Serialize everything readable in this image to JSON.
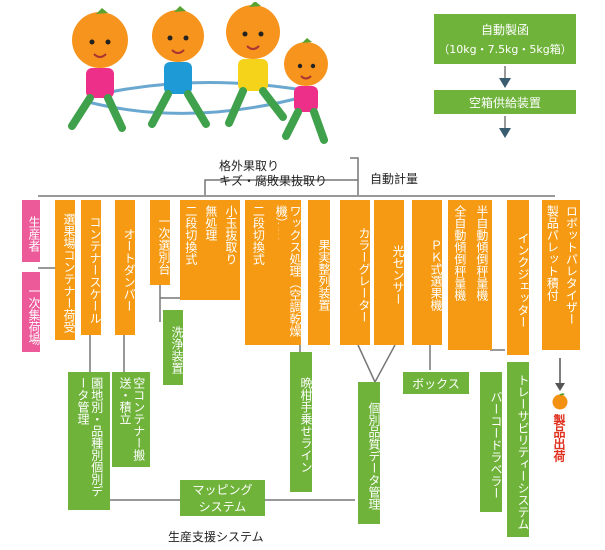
{
  "colors": {
    "process": "#f59a12",
    "data": "#6fb33b",
    "source": "#ec5a9a",
    "line": "#777777",
    "arrow": "#3a5c70"
  },
  "illustration": {
    "icon": "orange-characters-illustration"
  },
  "top": {
    "box1_line1": "自動製函",
    "box1_line2": "（10kg・7.5kg・5kg箱）",
    "box2": "空箱供給装置"
  },
  "bracket": {
    "line1": "格外果取り",
    "line2": "キズ・腐敗果抜取り",
    "auto_weigh": "自動計量"
  },
  "sources": {
    "producer": "生産者",
    "collection": "一次集荷場"
  },
  "process": [
    {
      "id": "p1",
      "label": "選果場コンテナー荷受"
    },
    {
      "id": "p2",
      "label": "コンテナースケール"
    },
    {
      "id": "p3",
      "label": "オートダンパー"
    },
    {
      "id": "p4",
      "label": "一次選別台"
    },
    {
      "id": "p5a",
      "label": "小玉抜取り"
    },
    {
      "id": "p5b",
      "label": "無処理"
    },
    {
      "id": "p5c",
      "label": "二段切換式"
    },
    {
      "id": "p6a",
      "label": "無処理"
    },
    {
      "id": "p6b",
      "label": "二段切換式"
    },
    {
      "id": "p7",
      "label": "ワックス処理（空調乾燥機）"
    },
    {
      "id": "p8",
      "label": "果実整列装置"
    },
    {
      "id": "p9",
      "label": "カラーグレーター"
    },
    {
      "id": "p10",
      "label": "光センサー"
    },
    {
      "id": "p11",
      "label": "ＰＫ式選果機"
    },
    {
      "id": "p12a",
      "label": "半自動傾倒秤量機"
    },
    {
      "id": "p12b",
      "label": "全自動傾倒秤量機"
    },
    {
      "id": "p13",
      "label": "インクジェッター"
    },
    {
      "id": "p14a",
      "label": "ロボットパレタイザー"
    },
    {
      "id": "p14b",
      "label": "製品パレット積付"
    }
  ],
  "data_boxes": {
    "wash": "洗浄装置",
    "farm_data": "園地別・品種別個別データ管理",
    "empty_container": "空コンテナー搬送・積立",
    "late_line": "晩柑手乗せライン",
    "quality_data": "個別品質データ管理",
    "box": "ボックス",
    "barcode": "バーコードラベラー",
    "trace": "トレーサビリティーシステム",
    "mapping_line1": "マッピング",
    "mapping_line2": "システム"
  },
  "support_label": "生産支援システム",
  "output": {
    "icon": "orange-fruit-icon",
    "label": "製品出荷"
  }
}
